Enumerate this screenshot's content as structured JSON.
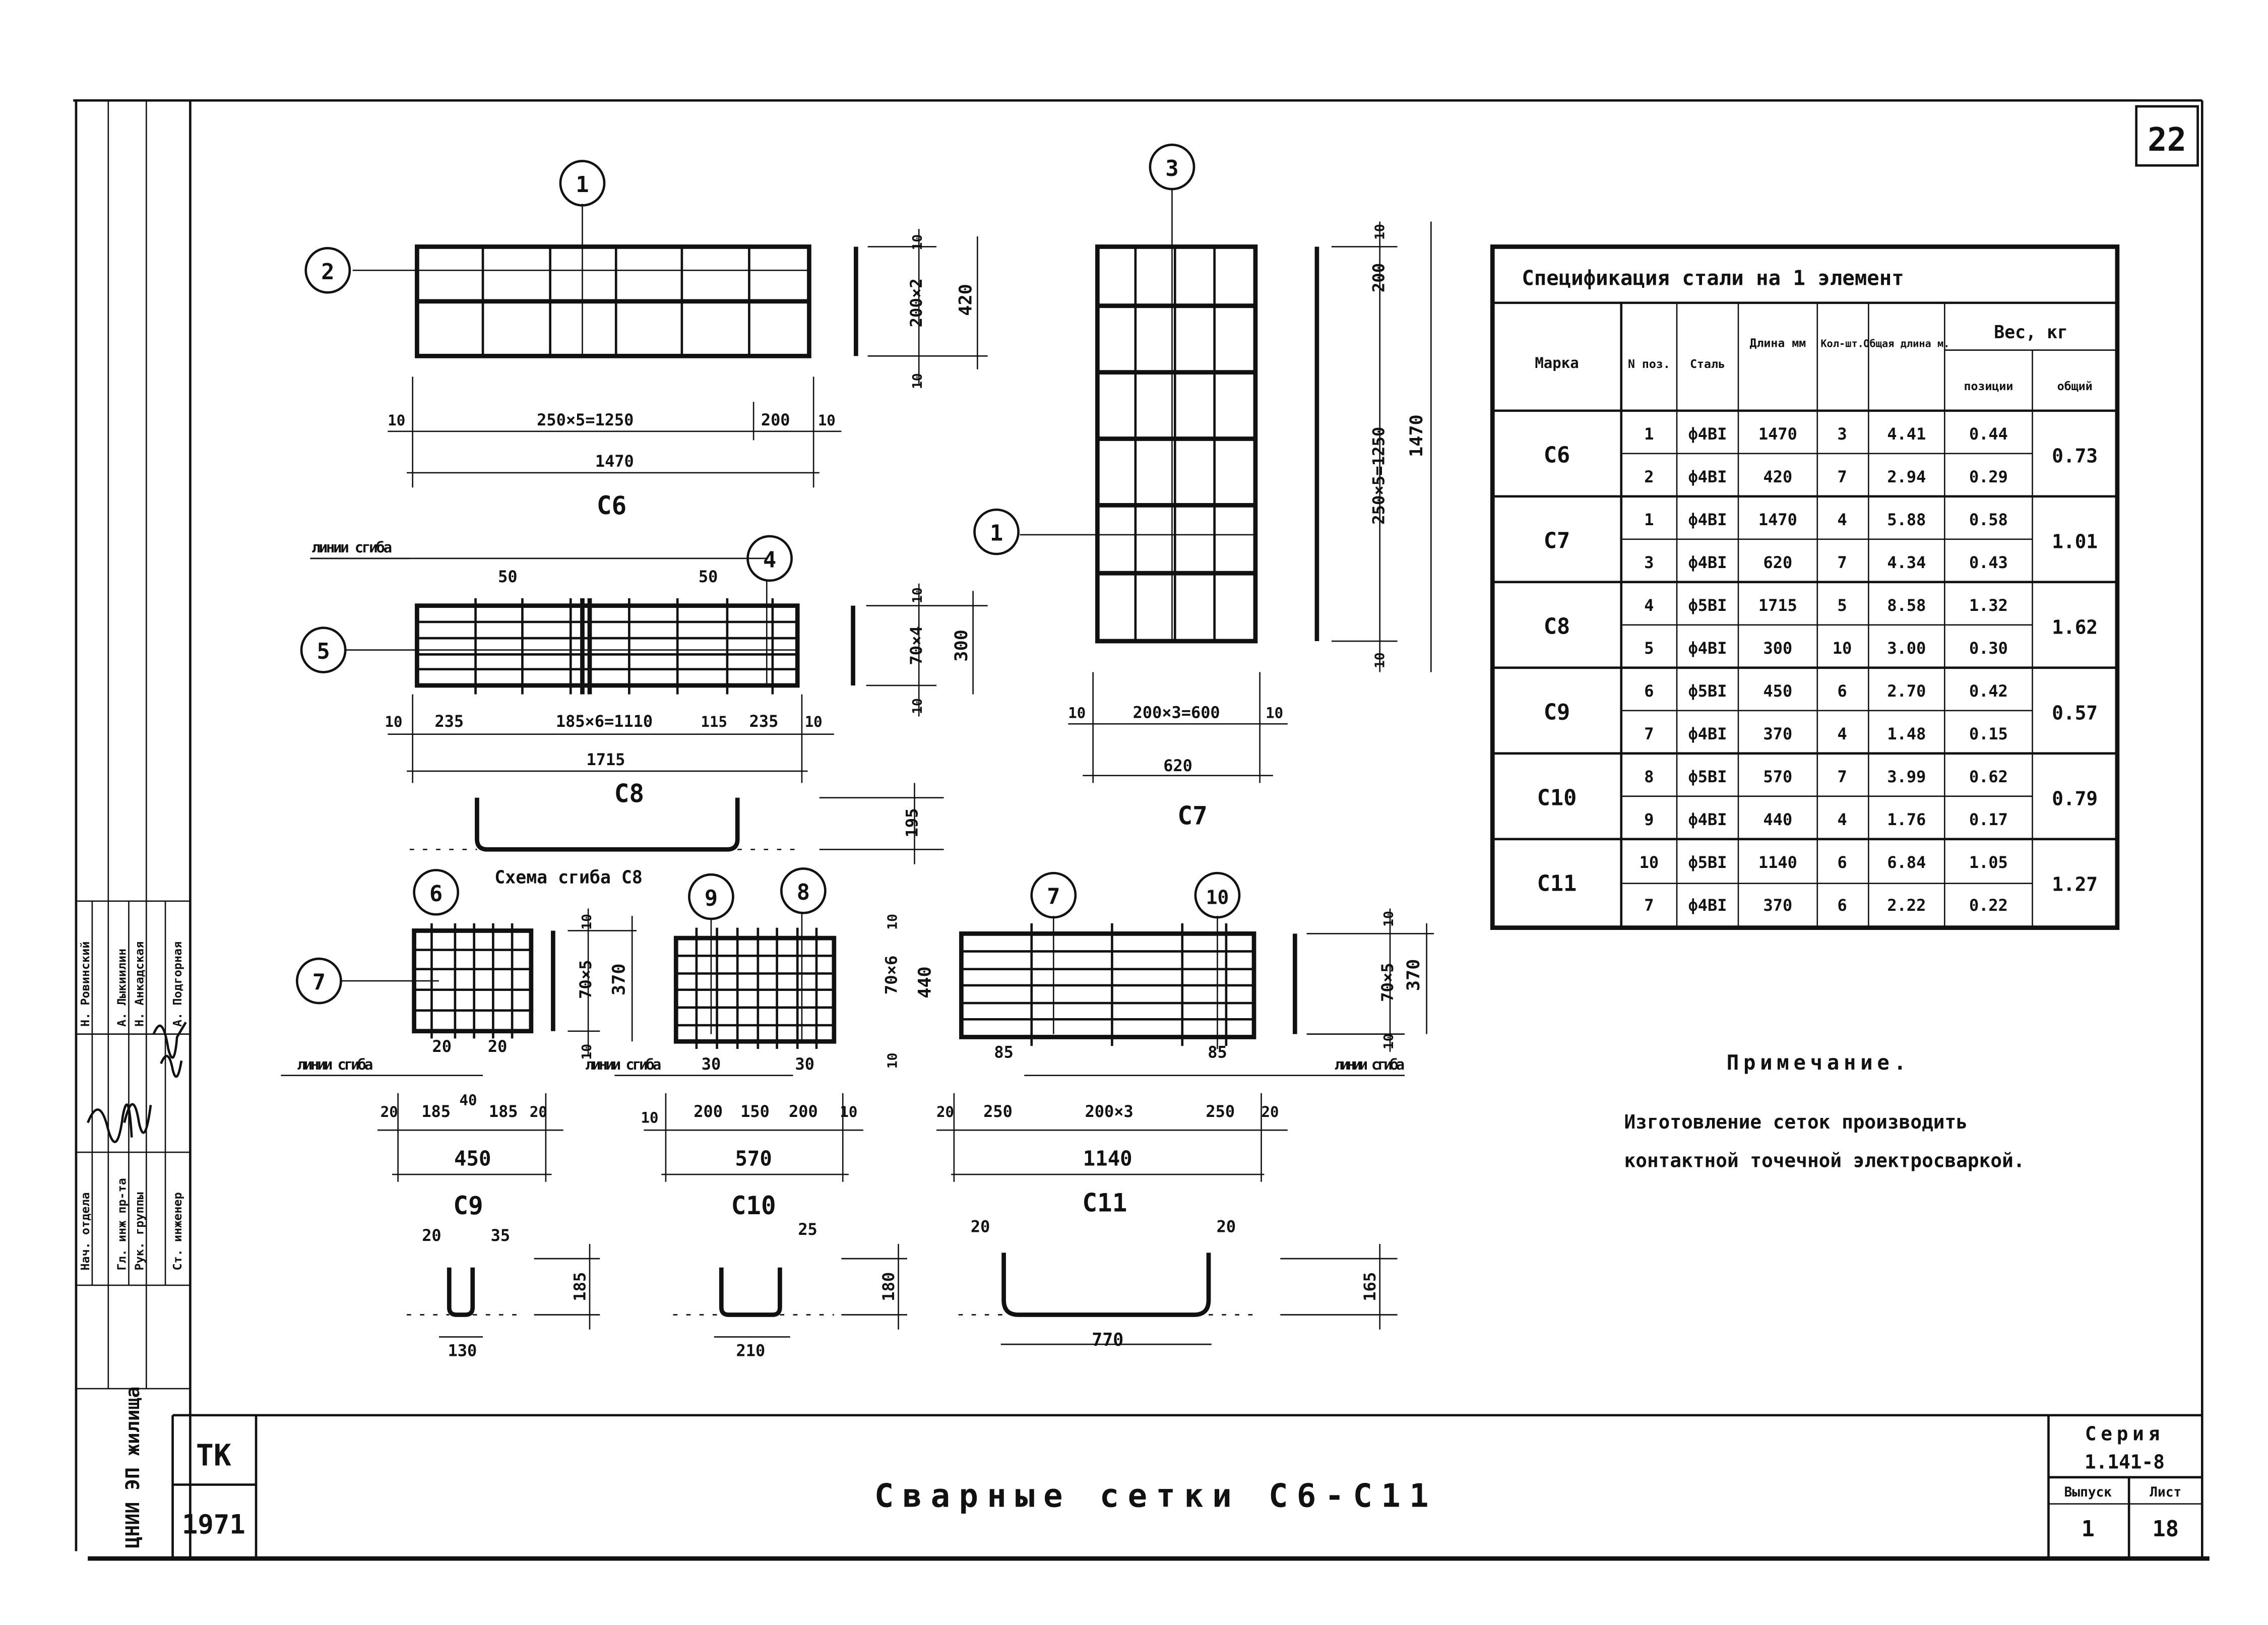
{
  "sheet_number": "22",
  "spec": {
    "title": "Спецификация стали на 1 элемент",
    "headers": {
      "marka": "Марка",
      "npos": "N поз.",
      "stal": "Сталь",
      "dlina": "Длина мм",
      "kol": "Кол-шт.",
      "obsh_dlina": "Общая длина м.",
      "ves": "Вес, кг",
      "pozicii": "позиции",
      "obshiy": "общий"
    },
    "groups": [
      {
        "mark": "С6",
        "total": "0.73",
        "rows": [
          {
            "pos": "1",
            "steel": "ф4ВI",
            "len": "1470",
            "qty": "3",
            "tlen": "4.41",
            "w": "0.44"
          },
          {
            "pos": "2",
            "steel": "ф4ВI",
            "len": "420",
            "qty": "7",
            "tlen": "2.94",
            "w": "0.29"
          }
        ]
      },
      {
        "mark": "С7",
        "total": "1.01",
        "rows": [
          {
            "pos": "1",
            "steel": "ф4ВI",
            "len": "1470",
            "qty": "4",
            "tlen": "5.88",
            "w": "0.58"
          },
          {
            "pos": "3",
            "steel": "ф4ВI",
            "len": "620",
            "qty": "7",
            "tlen": "4.34",
            "w": "0.43"
          }
        ]
      },
      {
        "mark": "С8",
        "total": "1.62",
        "rows": [
          {
            "pos": "4",
            "steel": "ф5ВI",
            "len": "1715",
            "qty": "5",
            "tlen": "8.58",
            "w": "1.32"
          },
          {
            "pos": "5",
            "steel": "ф4ВI",
            "len": "300",
            "qty": "10",
            "tlen": "3.00",
            "w": "0.30"
          }
        ]
      },
      {
        "mark": "С9",
        "total": "0.57",
        "rows": [
          {
            "pos": "6",
            "steel": "ф5ВI",
            "len": "450",
            "qty": "6",
            "tlen": "2.70",
            "w": "0.42"
          },
          {
            "pos": "7",
            "steel": "ф4ВI",
            "len": "370",
            "qty": "4",
            "tlen": "1.48",
            "w": "0.15"
          }
        ]
      },
      {
        "mark": "С10",
        "total": "0.79",
        "rows": [
          {
            "pos": "8",
            "steel": "ф5ВI",
            "len": "570",
            "qty": "7",
            "tlen": "3.99",
            "w": "0.62"
          },
          {
            "pos": "9",
            "steel": "ф4ВI",
            "len": "440",
            "qty": "4",
            "tlen": "1.76",
            "w": "0.17"
          }
        ]
      },
      {
        "mark": "С11",
        "total": "1.27",
        "rows": [
          {
            "pos": "10",
            "steel": "ф5ВI",
            "len": "1140",
            "qty": "6",
            "tlen": "6.84",
            "w": "1.05"
          },
          {
            "pos": "7",
            "steel": "ф4ВI",
            "len": "370",
            "qty": "6",
            "tlen": "2.22",
            "w": "0.22"
          }
        ]
      }
    ]
  },
  "note": {
    "title": "Примечание.",
    "line1": "Изготовление сеток производить",
    "line2": "контактной точечной электросваркой."
  },
  "c6": {
    "label": "С6",
    "d_left": "10",
    "d_mid": "250×5=1250",
    "d_r": "200",
    "d_r2": "10",
    "d_total": "1470",
    "d_v1": "10",
    "d_v2": "200×2",
    "d_v3": "10",
    "d_vt": "420",
    "pos_a": "1",
    "pos_b": "2"
  },
  "c7": {
    "label": "С7",
    "d_l": "10",
    "d_mid": "200×3=600",
    "d_r": "10",
    "d_total": "620",
    "d_v1": "10",
    "d_v2": "200",
    "d_v3": "250×5=1250",
    "d_v4": "10",
    "d_vt": "1470",
    "pos_a": "3",
    "pos_b": "1"
  },
  "c8": {
    "label": "С8",
    "bend": "линии сгиба",
    "d50a": "50",
    "d50b": "50",
    "d10a": "10",
    "d235a": "235",
    "d_mid": "185×6=1110",
    "d115": "115",
    "d235b": "235",
    "d10b": "10",
    "d_total": "1715",
    "d_v1": "10",
    "d_v2": "70×4",
    "d_v3": "10",
    "d_vt": "300",
    "pos_a": "4",
    "pos_b": "5",
    "scheme": "Схема сгиба С8",
    "h195": "195"
  },
  "c9": {
    "label": "С9",
    "bend": "линии сгиба",
    "d20a": "20",
    "d20b": "20",
    "d40": "40",
    "b20a": "20",
    "b185a": "185",
    "b185b": "185",
    "b20b": "20",
    "d_total": "450",
    "d_v1": "10",
    "d_v2": "70×5",
    "d_v3": "10",
    "d_vt": "370",
    "pos_a": "6",
    "pos_b": "7",
    "s20": "20",
    "s35": "35",
    "s130": "130",
    "s185": "185"
  },
  "c10": {
    "label": "С10",
    "bend": "линии сгиба",
    "d30a": "30",
    "d30b": "30",
    "b10a": "10",
    "b200a": "200",
    "b150": "150",
    "b200b": "200",
    "b10b": "10",
    "d_total": "570",
    "d_v1": "10",
    "d_v2": "70×6",
    "d_v3": "10",
    "d_vt": "440",
    "pos_a": "9",
    "pos_b": "8",
    "s25": "25",
    "s210": "210",
    "s180": "180"
  },
  "c11": {
    "label": "С11",
    "bend": "линии сгиба",
    "d85a": "85",
    "d85b": "85",
    "b20a": "20",
    "b250a": "250",
    "b_mid": "200×3",
    "b250b": "250",
    "b20b": "20",
    "d_total": "1140",
    "d_v1": "10",
    "d_v2": "70×5",
    "d_v3": "10",
    "d_vt": "370",
    "pos_a": "7",
    "pos_b": "10",
    "s20a": "20",
    "s20b": "20",
    "s770": "770",
    "s165": "165"
  },
  "stamp": {
    "tk": "ТК",
    "year": "1971",
    "title": "Сварные сетки С6-С11",
    "seria_label": "Серия",
    "seria": "1.141-8",
    "vypusk_label": "Выпуск",
    "list_label": "Лист",
    "vypusk": "1",
    "list": "18"
  },
  "side_stamp": {
    "roles": [
      "Нач. отдела",
      "Гл. инж пр-та",
      "Рук. группы",
      "Ст. инженер"
    ],
    "names": [
      "Н. Ровинский",
      "А. Лыкиилин",
      "Н. Анкадская",
      "А. Подгорная"
    ],
    "org": "ЦНИИ ЭП жилища"
  }
}
